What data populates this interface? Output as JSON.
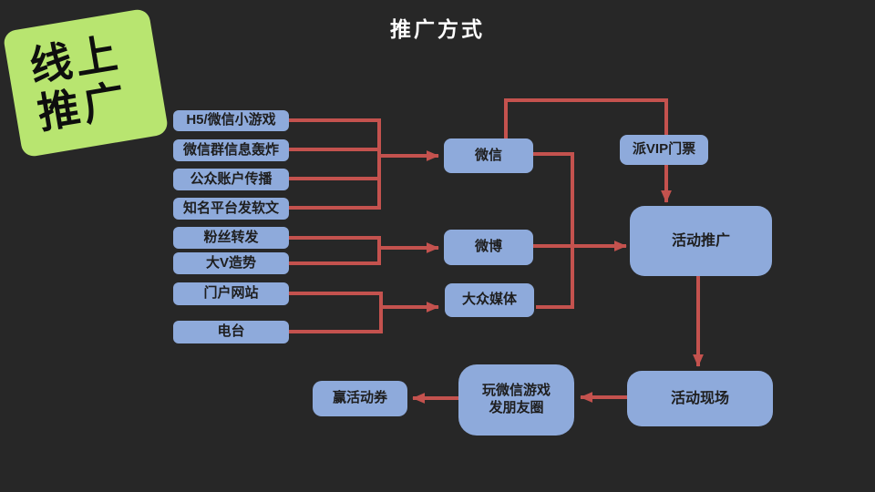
{
  "title": "推广方式",
  "badge": {
    "line1": "线上",
    "line2": "推广"
  },
  "colors": {
    "background": "#272727",
    "node_fill": "#8eaadb",
    "node_text": "#1e1e1e",
    "arrow": "#c4524e",
    "badge_fill": "#b8e570",
    "badge_text": "#0e0e0e",
    "title_text": "#ffffff"
  },
  "nodes": {
    "h5": {
      "label": "H5/微信小游戏"
    },
    "qunfa": {
      "label": "微信群信息轰炸"
    },
    "gongzhong": {
      "label": "公众账户传播"
    },
    "ruanwen": {
      "label": "知名平台发软文"
    },
    "fensi": {
      "label": "粉丝转发"
    },
    "dav": {
      "label": "大V造势"
    },
    "menhu": {
      "label": "门户网站"
    },
    "diantai": {
      "label": "电台"
    },
    "weixin": {
      "label": "微信"
    },
    "weibo": {
      "label": "微博"
    },
    "dazhong": {
      "label": "大众媒体"
    },
    "vip": {
      "label": "派VIP门票"
    },
    "tuiguang": {
      "label": "活动推广"
    },
    "xianchang": {
      "label": "活动现场"
    },
    "wanyouxi": {
      "label": "玩微信游戏\n发朋友圈"
    },
    "yingjuan": {
      "label": "赢活动券"
    }
  },
  "edges": [
    {
      "from": "H5/微信小游戏",
      "to": "微信"
    },
    {
      "from": "微信群信息轰炸",
      "to": "微信"
    },
    {
      "from": "公众账户传播",
      "to": "微信"
    },
    {
      "from": "知名平台发软文",
      "to": "微信"
    },
    {
      "from": "粉丝转发",
      "to": "微博"
    },
    {
      "from": "大V造势",
      "to": "微博"
    },
    {
      "from": "门户网站",
      "to": "大众媒体"
    },
    {
      "from": "电台",
      "to": "大众媒体"
    },
    {
      "from": "微信",
      "to": "派VIP门票"
    },
    {
      "from": "微信",
      "to": "大众媒体"
    },
    {
      "from": "派VIP门票",
      "to": "活动推广"
    },
    {
      "from": "微博",
      "to": "活动推广"
    },
    {
      "from": "活动推广",
      "to": "活动现场"
    },
    {
      "from": "活动现场",
      "to": "玩微信游戏发朋友圈"
    },
    {
      "from": "玩微信游戏发朋友圈",
      "to": "赢活动券"
    }
  ]
}
